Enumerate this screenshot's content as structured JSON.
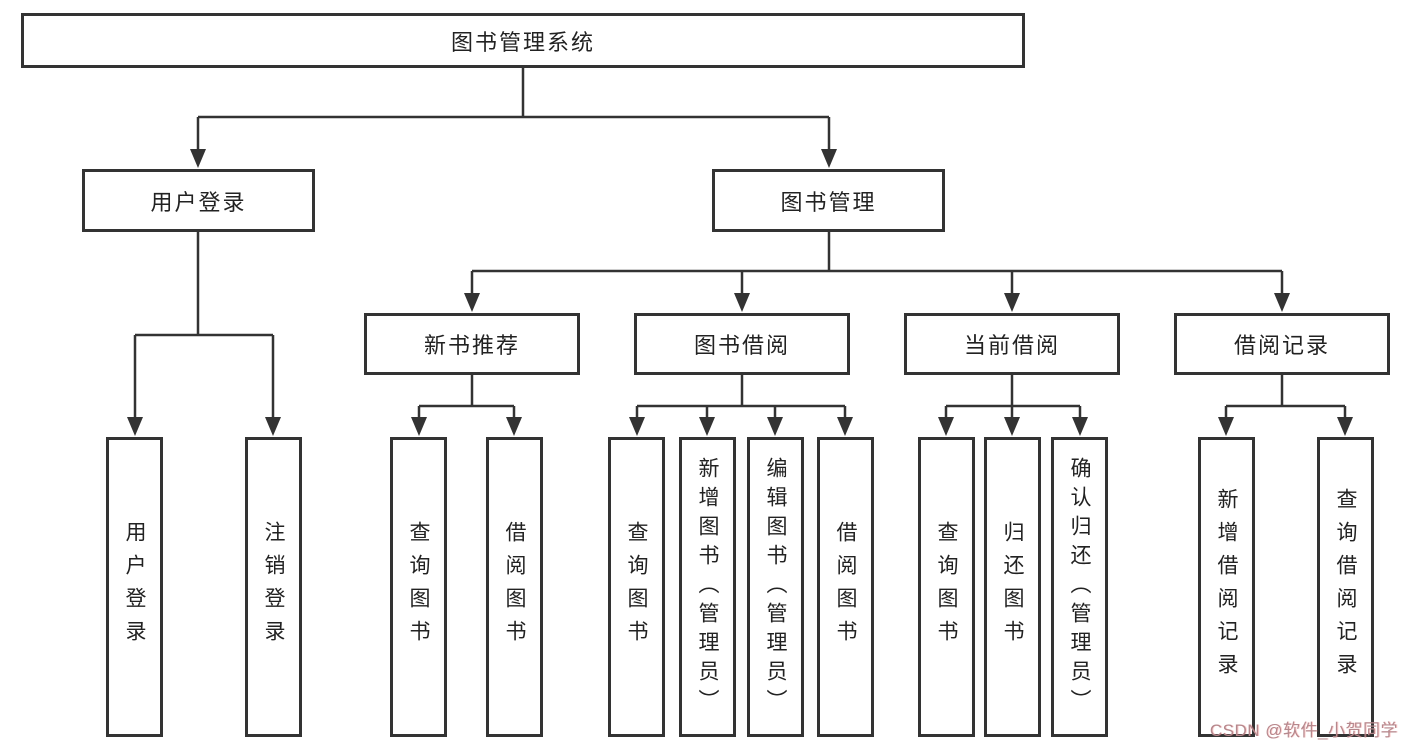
{
  "tree": {
    "root": {
      "label": "图书管理系统"
    },
    "userLogin": {
      "label": "用户登录",
      "children": [
        {
          "label": "用户登录"
        },
        {
          "label": "注销登录"
        }
      ]
    },
    "bookMgmt": {
      "label": "图书管理",
      "children": [
        {
          "label": "新书推荐",
          "children": [
            {
              "label": "查询图书"
            },
            {
              "label": "借阅图书"
            }
          ]
        },
        {
          "label": "图书借阅",
          "children": [
            {
              "label": "查询图书"
            },
            {
              "label": "新增图书（管理员）"
            },
            {
              "label": "编辑图书（管理员）"
            },
            {
              "label": "借阅图书"
            }
          ]
        },
        {
          "label": "当前借阅",
          "children": [
            {
              "label": "查询图书"
            },
            {
              "label": "归还图书"
            },
            {
              "label": "确认归还（管理员）"
            }
          ]
        },
        {
          "label": "借阅记录",
          "children": [
            {
              "label": "新增借阅记录"
            },
            {
              "label": "查询借阅记录"
            }
          ]
        }
      ]
    }
  },
  "watermark": {
    "text": "CSDN @软件_小贺同学",
    "color": "#b5888d"
  },
  "colors": {
    "line": "#333333",
    "text": "#222222",
    "background": "#ffffff"
  }
}
